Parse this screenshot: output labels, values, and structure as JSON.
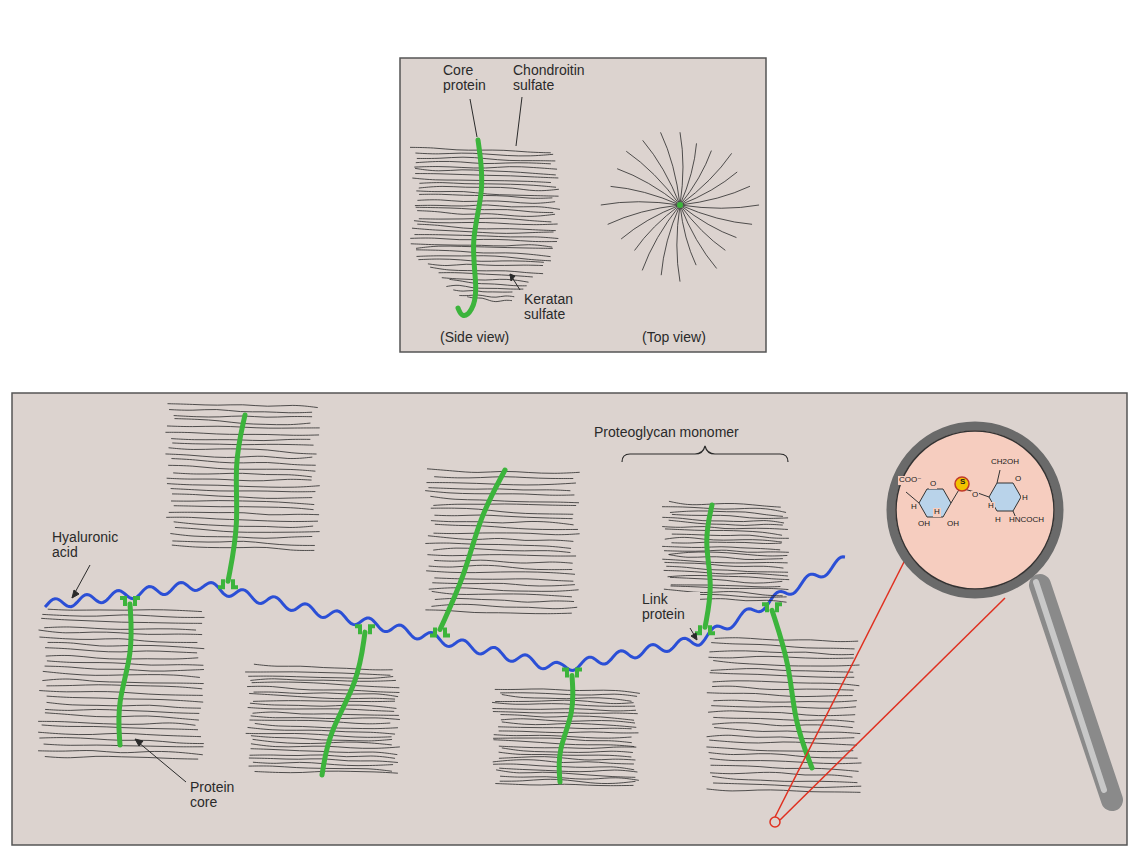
{
  "diagram": {
    "labels": [
      "Core protein",
      "Chondroitin sulfate",
      "Keratan sulfate",
      "(Side view)",
      "(Top view)",
      "Proteoglycan monomer",
      "Hyaluronic acid",
      "Link protein",
      "Protein core",
      "COO⁻",
      "O",
      "H",
      "OH",
      "H",
      "OH",
      "S",
      "O",
      "CH2OH",
      "O",
      "H",
      "H",
      "HNCOCH",
      "H"
    ]
  }
}
